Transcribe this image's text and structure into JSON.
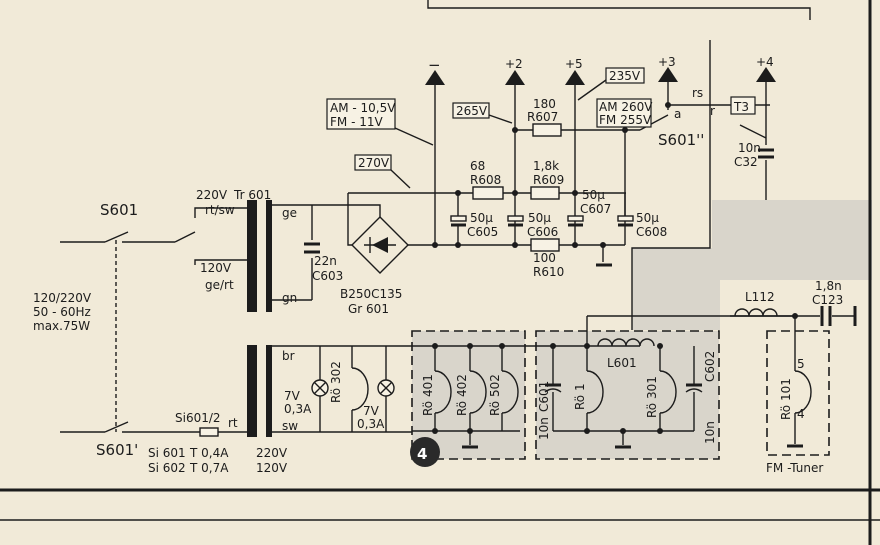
{
  "colors": {
    "paper": "#f1ead8",
    "ink": "#1c1c1c",
    "shaded_area": "#d9d5cb"
  },
  "mains": {
    "switch": "S601",
    "switch2": "S601'",
    "spec1": "120/220V",
    "spec2": "50 - 60Hz",
    "spec3": "max.75W"
  },
  "transformer": {
    "tap220": "220V",
    "name": "Tr 601",
    "wire_rtsw": "rt/sw",
    "tap120": "120V",
    "wire_gert": "ge/rt",
    "ge": "ge",
    "gn": "gn",
    "br": "br",
    "sw": "sw",
    "rt": "rt"
  },
  "c603": {
    "value": "22n",
    "name": "C603"
  },
  "rectifier": {
    "type": "B250C135",
    "name": "Gr 601"
  },
  "voltages": {
    "am_neg": "AM - 10,5V",
    "fm_neg": "FM - 11V",
    "v270": "270V",
    "v265": "265V",
    "v235": "235V",
    "am_260": "AM 260V",
    "fm_255": "FM 255V"
  },
  "rails": {
    "minus": "−",
    "plus2": "+2",
    "plus5": "+5",
    "plus3": "+3",
    "plus4": "+4"
  },
  "resistors": [
    {
      "value": "180",
      "name": "R607"
    },
    {
      "value": "68",
      "name": "R608"
    },
    {
      "value": "1,8k",
      "name": "R609"
    },
    {
      "value": "100",
      "name": "R610"
    }
  ],
  "capacitors": [
    {
      "value": "50µ",
      "name": "C605"
    },
    {
      "value": "50µ",
      "name": "C606"
    },
    {
      "value": "50µ",
      "name": "C607"
    },
    {
      "value": "50µ",
      "name": "C608"
    }
  ],
  "switch3": {
    "name": "S601''",
    "rs": "rs",
    "a": "a",
    "r": "r"
  },
  "t3": "T3",
  "c32": {
    "value": "10n",
    "name": "C32"
  },
  "l112": "L112",
  "c123": {
    "value": "1,8n",
    "name": "C123"
  },
  "lamps": {
    "tube": "Rö 302",
    "lamp1_v": "7V",
    "lamp1_a": "0,3A",
    "lamp2_v": "7V",
    "lamp2_a": "0,3A"
  },
  "fuses": {
    "label": "Si601/2",
    "si601": "Si 601",
    "si601_rating": "T 0,4A",
    "si601_v": "220V",
    "si602": "Si 602",
    "si602_rating": "T 0,7A",
    "si602_v": "120V"
  },
  "marker": "4",
  "heaters": {
    "r401": "Rö 401",
    "r402": "Rö 402",
    "r502": "Rö 502",
    "c601": "C601",
    "c601_v": "10n",
    "r1": "Rö 1",
    "l601": "L601",
    "r301": "Rö 301",
    "c602": "C602",
    "c602_v": "10n"
  },
  "tuner": {
    "tube": "Rö 101",
    "pin5": "5",
    "pin4": "4",
    "label": "FM -Tuner"
  }
}
